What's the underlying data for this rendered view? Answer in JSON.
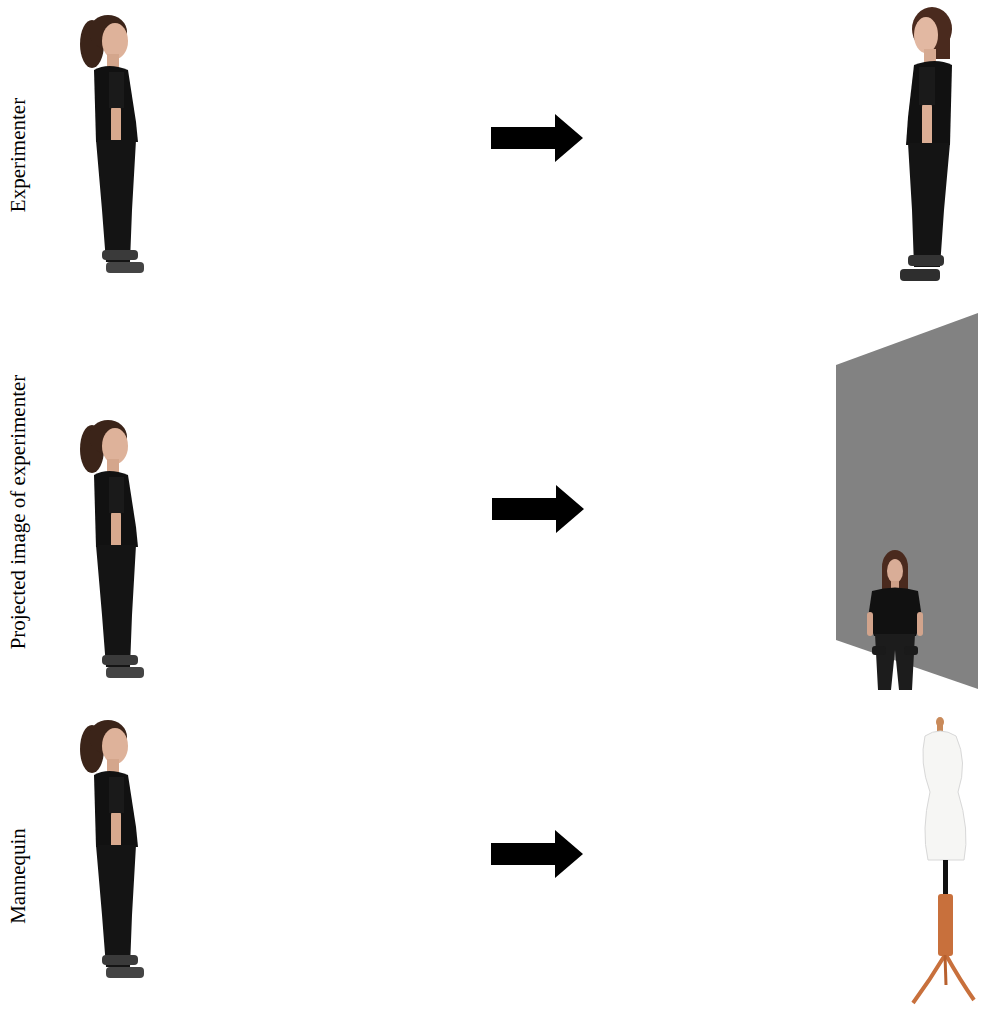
{
  "diagram": {
    "labels": [
      "Experimenter",
      "Projected image of experimenter",
      "Mannequin"
    ]
  }
}
